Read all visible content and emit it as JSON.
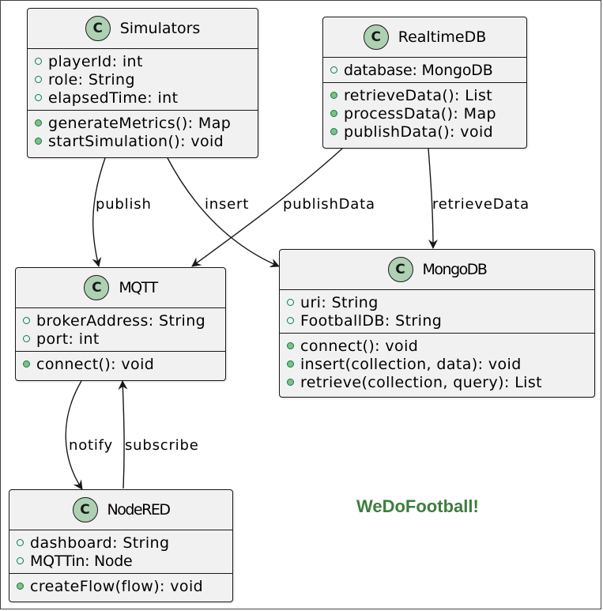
{
  "classes": {
    "simulators": {
      "badge": "C",
      "name": "Simulators",
      "attributes": [
        "playerId: int",
        "role: String",
        "elapsedTime: int"
      ],
      "methods": [
        "generateMetrics(): Map",
        "startSimulation(): void"
      ]
    },
    "realtimedb": {
      "badge": "C",
      "name": "RealtimeDB",
      "attributes": [
        "database: MongoDB"
      ],
      "methods": [
        "retrieveData(): List",
        "processData(): Map",
        "publishData(): void"
      ]
    },
    "mqtt": {
      "badge": "C",
      "name": "MQTT",
      "attributes": [
        "brokerAddress: String",
        "port: int"
      ],
      "methods": [
        "connect(): void"
      ]
    },
    "mongodb": {
      "badge": "C",
      "name": "MongoDB",
      "attributes": [
        "uri: String",
        "FootballDB: String"
      ],
      "methods": [
        "connect(): void",
        "insert(collection, data): void",
        "retrieve(collection, query): List"
      ]
    },
    "nodered": {
      "badge": "C",
      "name": "NodeRED",
      "attributes": [
        "dashboard: String",
        "MQTTin: Node"
      ],
      "methods": [
        "createFlow(flow): void"
      ]
    }
  },
  "edges": {
    "publish": "publish",
    "insert": "insert",
    "publishData": "publishData",
    "retrieveData": "retrieveData",
    "notify": "notify",
    "subscribe": "subscribe"
  },
  "note": "WeDoFootball!",
  "colors": {
    "class_fill": "#f1f1f1",
    "badge_fill": "#add1b2",
    "visibility_green": "#84be84",
    "note_green": "#3e7d3e"
  }
}
